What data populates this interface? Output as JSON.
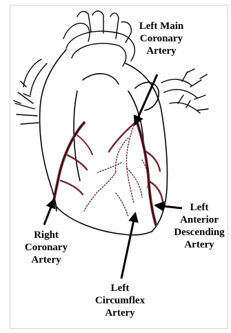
{
  "labels": {
    "left_main": [
      "Left Main",
      "Coronary",
      "Artery"
    ],
    "lad": [
      "Left",
      "Anterior",
      "Descending",
      "Artery"
    ],
    "right_coronary": [
      "Right",
      "Coronary",
      "Artery"
    ],
    "circumflex": [
      "Left",
      "Circumflex",
      "Artery"
    ]
  },
  "colors": {
    "ink": "#000000",
    "artery_fill": "#6e2a34",
    "background": "#ffffff",
    "frame": "#d2d2d2"
  }
}
